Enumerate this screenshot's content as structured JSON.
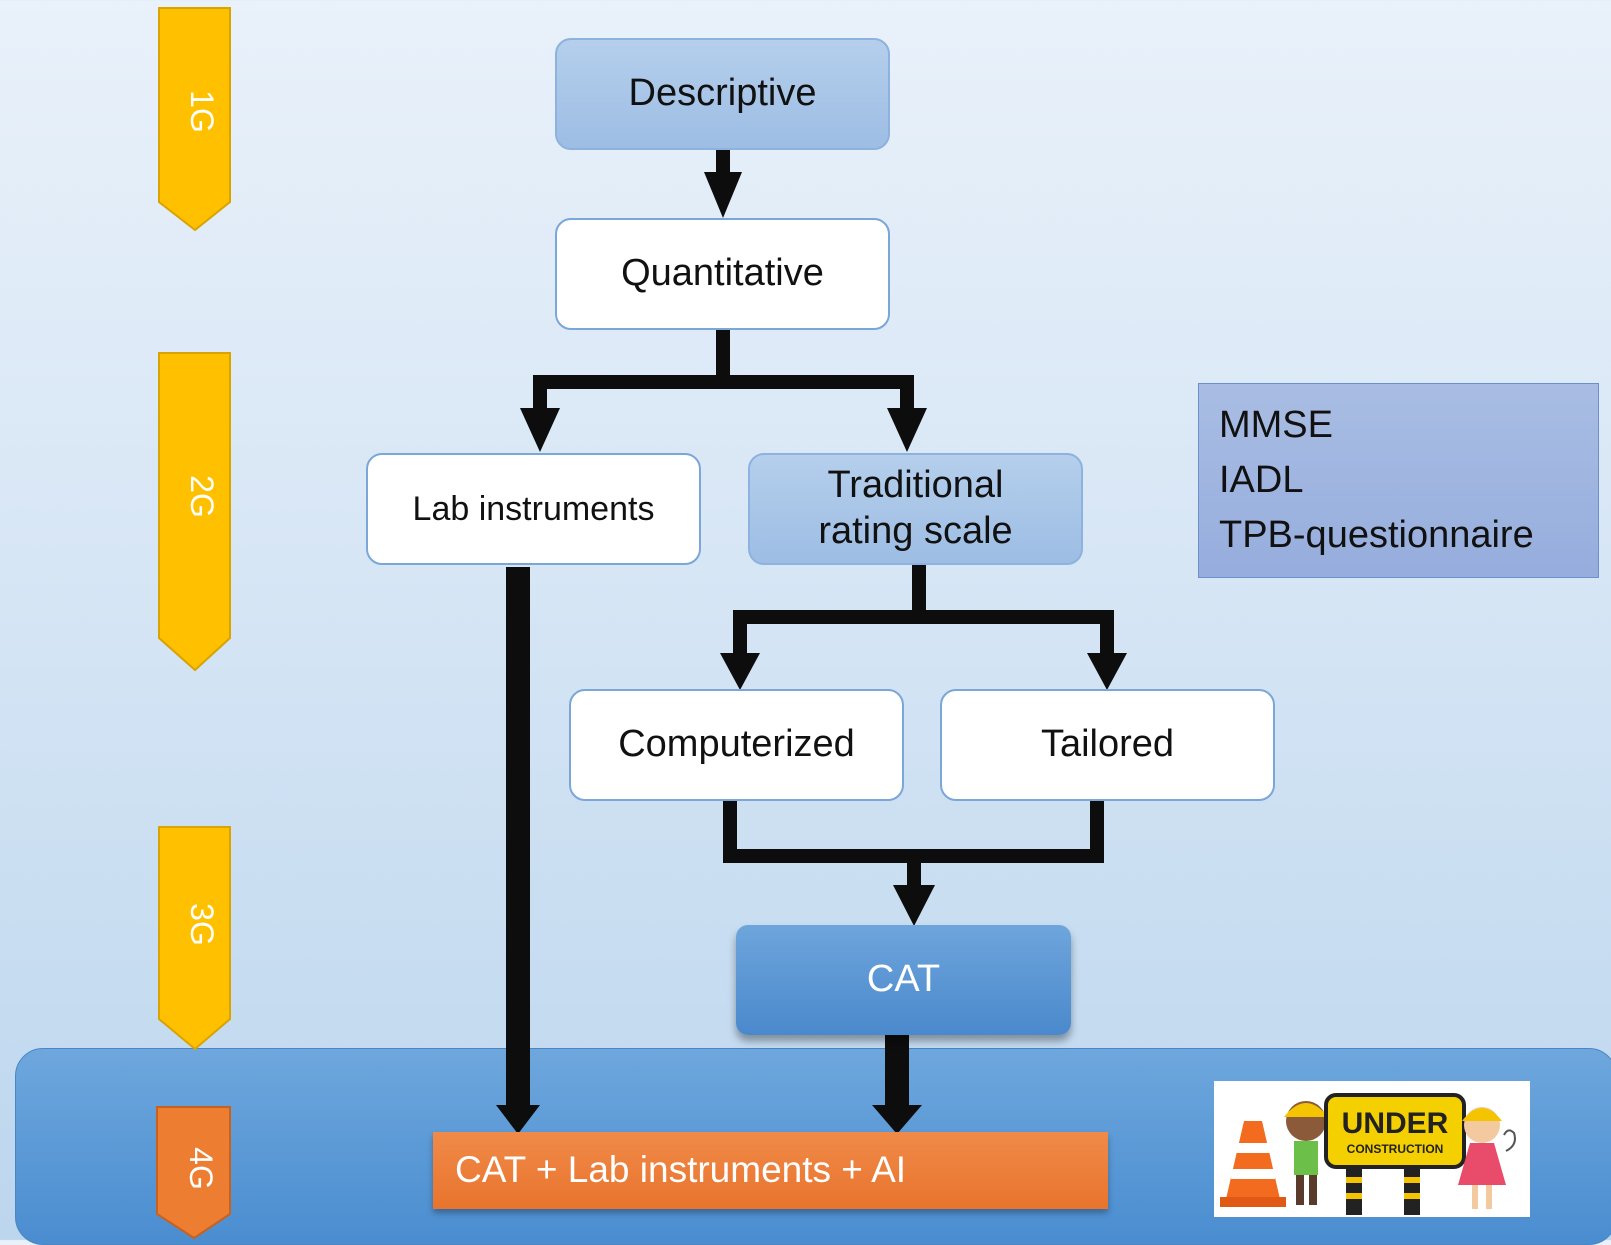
{
  "generations": [
    {
      "id": "1G",
      "label": "1G",
      "color": "#ffc000"
    },
    {
      "id": "2G",
      "label": "2G",
      "color": "#ffc000"
    },
    {
      "id": "3G",
      "label": "3G",
      "color": "#ffc000"
    },
    {
      "id": "4G",
      "label": "4G",
      "color": "#ed7d31"
    }
  ],
  "nodes": {
    "descriptive": "Descriptive",
    "quantitative": "Quantitative",
    "lab_instruments": "Lab instruments",
    "traditional_line1": "Traditional",
    "traditional_line2": "rating scale",
    "computerized": "Computerized",
    "tailored": "Tailored",
    "cat": "CAT",
    "final": "CAT + Lab instruments + AI"
  },
  "examples": [
    "MMSE",
    "IADL",
    "TPB-questionnaire"
  ],
  "sign": {
    "line1": "UNDER",
    "line2": "CONSTRUCTION"
  },
  "colors": {
    "arrow": "#0d0d0d",
    "yellow": "#ffc000",
    "orange": "#ed7d31",
    "accent_blue": "#4a8dd0"
  }
}
